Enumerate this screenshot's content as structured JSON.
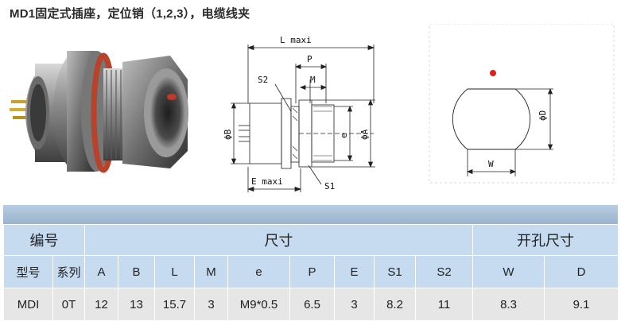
{
  "title": "MD1固定式插座，定位销（1,2,3），电缆线夹",
  "dimension_labels": {
    "L": "L maxi",
    "P": "P",
    "M": "M",
    "S2": "S2",
    "B": "ϕB",
    "A": "ϕA",
    "e": "e",
    "E": "E maxi",
    "S1": "S1",
    "D": "ϕD",
    "W": "W"
  },
  "colors": {
    "header_bg": "#c6dbf0",
    "data_bg": "#e6e6e6",
    "band": "#9ab4cc",
    "pin_dot": "#e0201a"
  },
  "table": {
    "group_headers": {
      "number": "编号",
      "size": "尺寸",
      "hole_size": "开孔尺寸"
    },
    "columns": [
      "型号",
      "系列",
      "A",
      "B",
      "L",
      "M",
      "e",
      "P",
      "E",
      "S1",
      "S2",
      "W",
      "D"
    ],
    "rows": [
      [
        "MDI",
        "0T",
        "12",
        "13",
        "15.7",
        "3",
        "M9*0.5",
        "6.5",
        "3",
        "8.2",
        "11",
        "8.3",
        "9.1"
      ]
    ]
  }
}
